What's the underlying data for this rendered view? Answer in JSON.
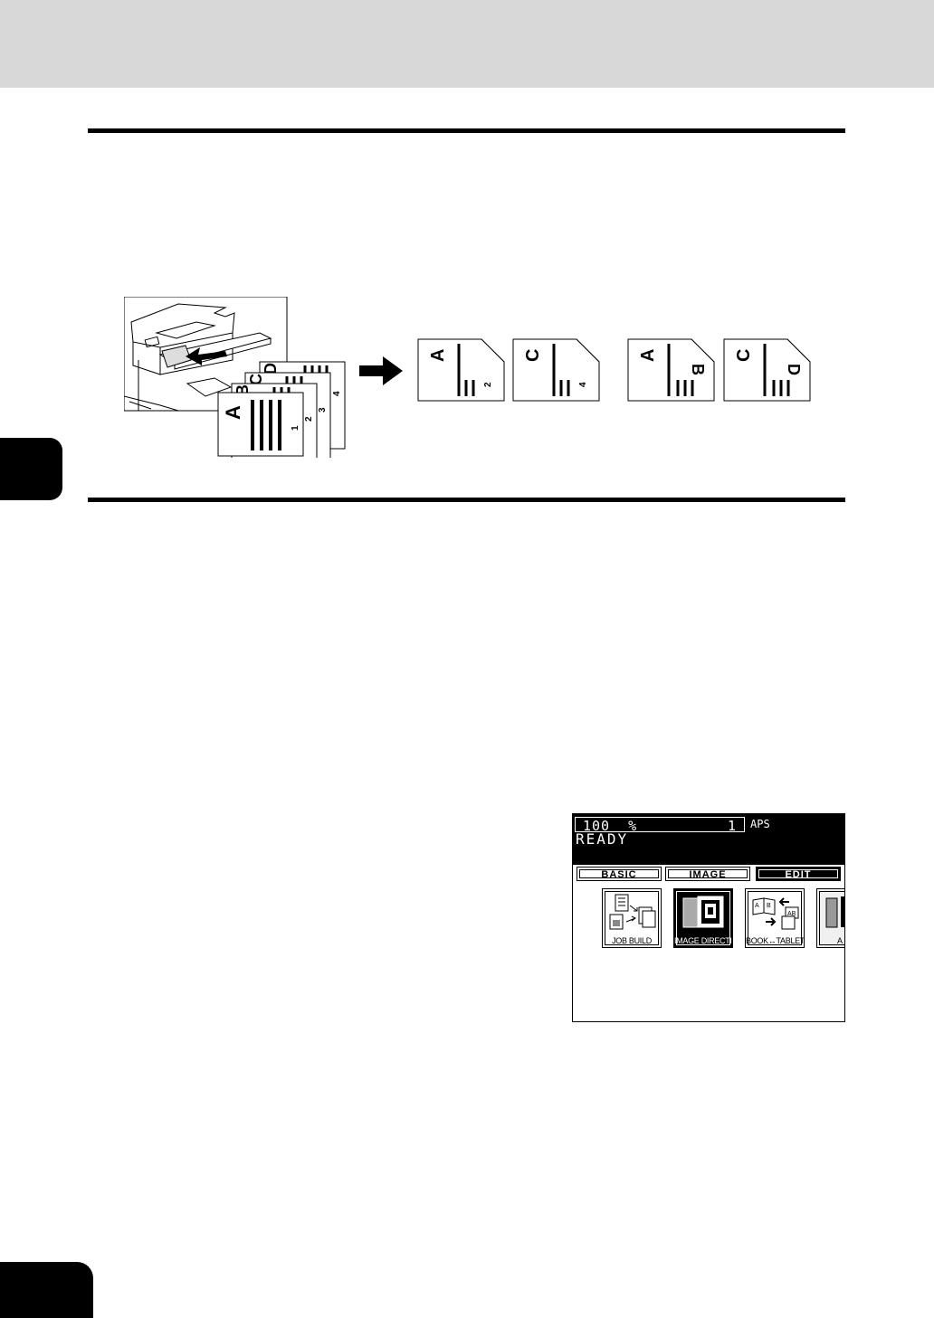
{
  "header_band": {
    "color": "#d8d8d8"
  },
  "illustration": {
    "arrow_icon": "right-arrow-icon",
    "original_stack": {
      "page_letters": [
        "A",
        "B",
        "C",
        "D"
      ],
      "page_numbers": [
        "1",
        "2",
        "3",
        "4"
      ]
    },
    "output_group_1": [
      {
        "front_letter": "A",
        "back_number": "2"
      },
      {
        "front_letter": "C",
        "back_number": "4"
      }
    ],
    "output_group_2": [
      {
        "front_letter": "A",
        "back_letter": "B"
      },
      {
        "front_letter": "C",
        "back_letter": "D"
      }
    ]
  },
  "control_panel": {
    "ratio": "100  %",
    "copies": "1",
    "paper_mode": "APS",
    "status": "READY",
    "tabs": [
      {
        "label": "BASIC",
        "active": false
      },
      {
        "label": "IMAGE",
        "active": false
      },
      {
        "label": "EDIT",
        "active": true
      }
    ],
    "functions": [
      {
        "label": "JOB BUILD",
        "icon": "job-build-icon",
        "selected": false
      },
      {
        "label": "IMAGE DIRECTION",
        "icon": "image-direction-icon",
        "selected": true
      },
      {
        "label": "BOOK↔TABLET",
        "icon": "book-tablet-icon",
        "selected": false
      },
      {
        "label": "A",
        "icon": "annotation-icon",
        "selected": false
      }
    ]
  }
}
